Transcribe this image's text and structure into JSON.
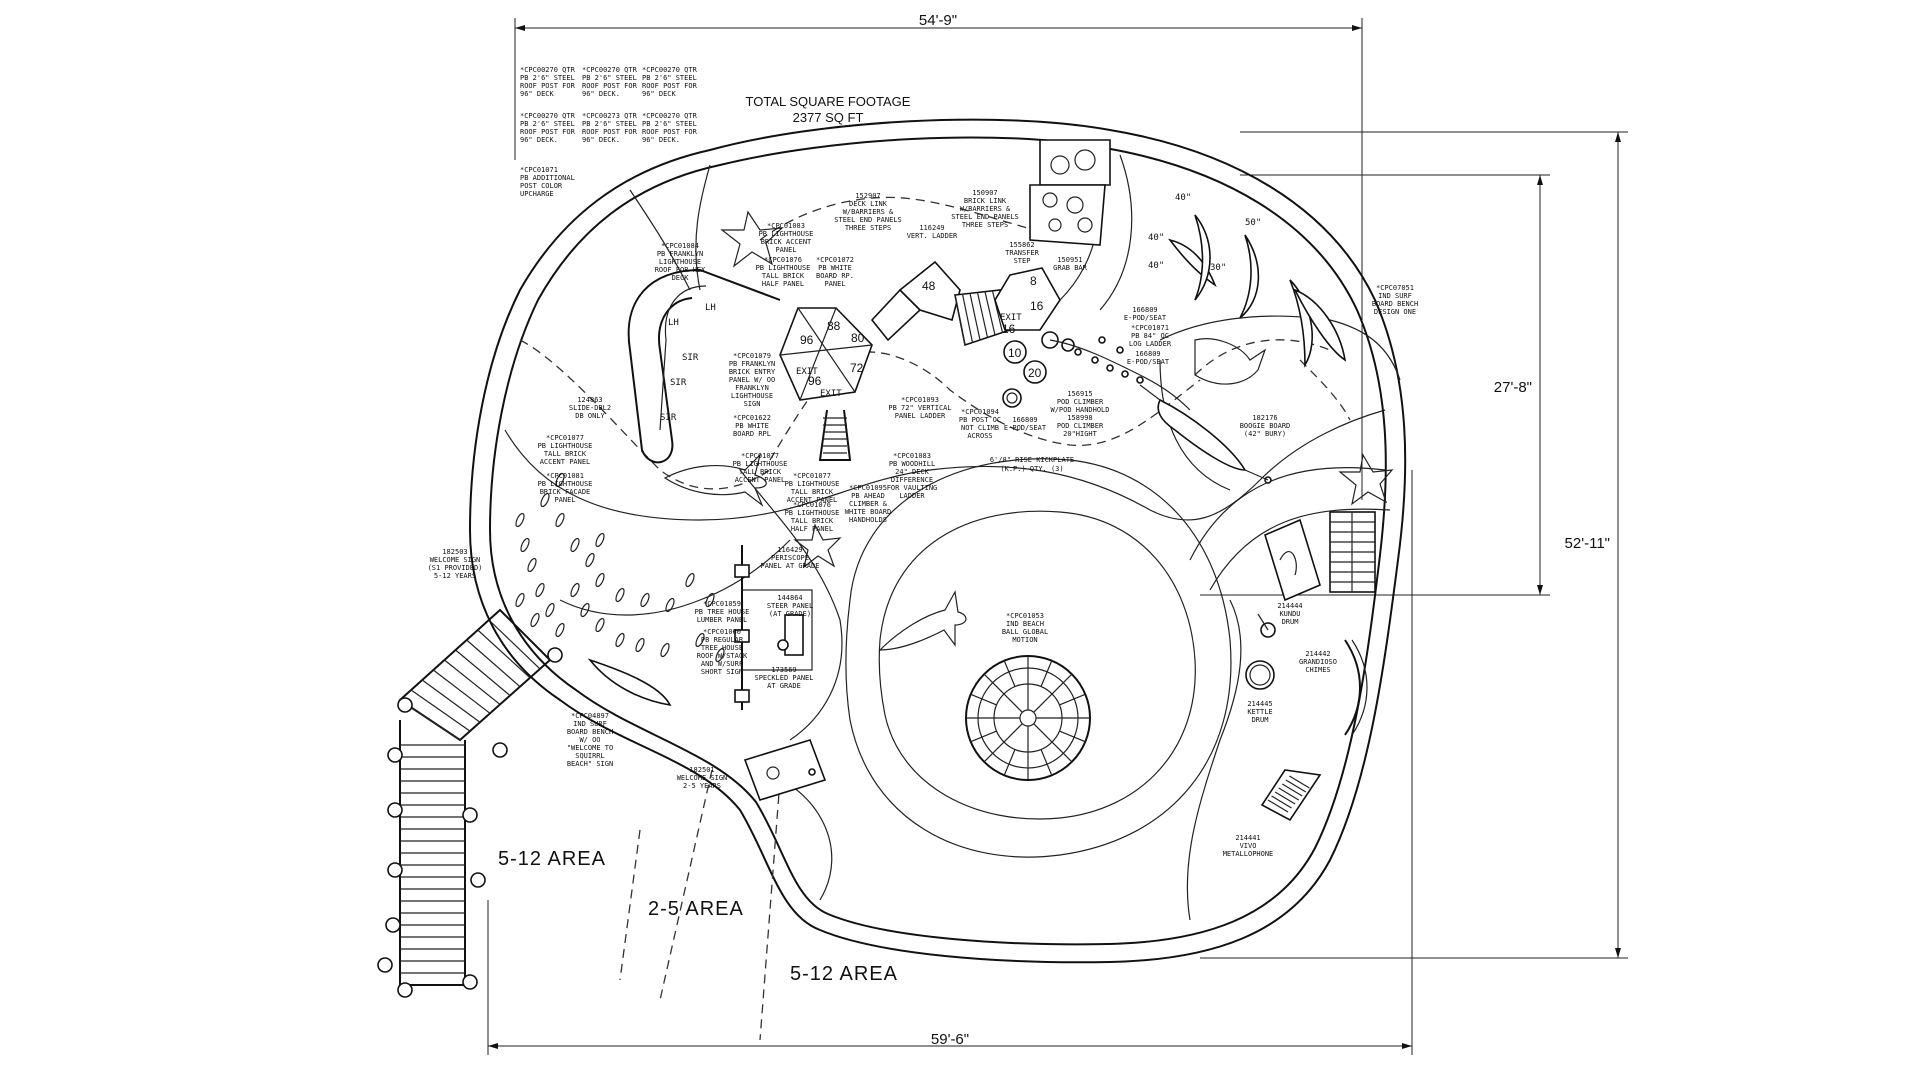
{
  "dimensions": {
    "top_width": "54'-9\"",
    "bottom_width": "59'-6\"",
    "right_height": "52'-11\"",
    "inner_height": "27'-8\""
  },
  "header": {
    "title_line1": "TOTAL SQUARE FOOTAGE",
    "title_line2": "2377 SQ FT"
  },
  "areas": {
    "left": "5-12 AREA",
    "middle": "2-5 AREA",
    "bottom": "5-12 AREA"
  },
  "notes_top_left": [
    [
      "*CPC00270 QTR",
      "PB 2'6\" STEEL",
      "ROOF POST FOR",
      "96\" DECK"
    ],
    [
      "*CPC00270 QTR",
      "PB 2'6\" STEEL",
      "ROOF POST FOR",
      "96\" DECK."
    ],
    [
      "*CPC00270 QTR",
      "PB 2'6\" STEEL",
      "ROOF POST FOR",
      "96\" DECK"
    ],
    [
      "*CPC00270 QTR",
      "PB 2'6\" STEEL",
      "ROOF POST FOR",
      "96\" DECK."
    ],
    [
      "*CPC00273 QTR",
      "PB 2'6\" STEEL",
      "ROOF POST FOR",
      "96\" DECK."
    ],
    [
      "*CPC00270 QTR",
      "PB 2'6\" STEEL",
      "ROOF POST FOR",
      "96\" DECK."
    ],
    [
      "*CPC01071",
      "PB ADDITIONAL",
      "POST COLOR",
      "UPCHARGE"
    ]
  ],
  "labels": {
    "slide_dbl": [
      "124863",
      "SLIDE-DBL2",
      "DB ONLY"
    ],
    "lighthouse_roof": [
      "*CPC01084",
      "PB FRANKLYN",
      "LIGHTHOUSE",
      "ROOF FOR HEX",
      "DECK"
    ],
    "lighthouse_brick": [
      "*CPC01083",
      "PB LIGHTHOUSE",
      "BRICK ACCENT",
      "PANEL"
    ],
    "lighthouse_tall": [
      "*CPC01076",
      "PB LIGHTHOUSE",
      "TALL BRICK",
      "HALF PANEL"
    ],
    "white_board": [
      "*CPC01072",
      "PB WHITE",
      "BOARD RP.",
      "PANEL"
    ],
    "deck_link": [
      "152907",
      "DECK LINK",
      "W/BARRIERS &",
      "STEEL END PANELS",
      "THREE STEPS"
    ],
    "vert_ladder": [
      "116249",
      "VERT. LADDER"
    ],
    "brick_link": [
      "150907",
      "BRICK LINK",
      "W/BARRIERS &",
      "STEEL END PANELS",
      "THREE STEPS"
    ],
    "transfer_step": [
      "155862",
      "TRANSFER",
      "STEP"
    ],
    "grab_bar": [
      "150951",
      "GRAB BAR"
    ],
    "lighthouse_panel": [
      "*CPC01079",
      "PB FRANKLYN",
      "BRICK ENTRY",
      "PANEL W/ OO",
      "FRANKLYN",
      "LIGHTHOUSE",
      "SIGN"
    ],
    "white_rpl": [
      "*CPC01622",
      "PB WHITE",
      "BOARD RPL"
    ],
    "lh_accent_left": [
      "*CPC01077",
      "PB LIGHTHOUSE",
      "TALL BRICK",
      "ACCENT PANEL"
    ],
    "lh_facade": [
      "*CPC01081",
      "PB LIGHTHOUSE",
      "BRICK FACADE",
      "PANEL"
    ],
    "lh_accent_mid": [
      "*CPC01077",
      "PB LIGHTHOUSE",
      "TALL BRICK",
      "ACCENT PANEL"
    ],
    "lh_accent_right": [
      "*CPC01077",
      "PB LIGHTHOUSE",
      "TALL BRICK",
      "ACCENT PANEL"
    ],
    "lh_half": [
      "*CPC01076",
      "PB LIGHTHOUSE",
      "TALL BRICK",
      "HALF PANEL"
    ],
    "vertical_ladder": [
      "*CPC01093",
      "PB 72\" VERTICAL",
      "PANEL LADDER"
    ],
    "not_climb": [
      "*CPC01094",
      "PB POST OC",
      "NOT CLIMB",
      "ACROSS"
    ],
    "pod_seat": [
      "166809",
      "E-POD/SEAT"
    ],
    "pod_climber_hand": [
      "156915",
      "POD CLIMBER",
      "W/POD HANDHOLD"
    ],
    "pod_climber_20": [
      "158998",
      "POD CLIMBER",
      "20\"HIGHT"
    ],
    "kickplate": [
      "6'/8\" RISE KICKPLATE",
      "(K.P.) QTY. (3)"
    ],
    "ramp_ladder": [
      "*CPC01083",
      "PB WOODHILL",
      "24\" DECK",
      "DIFFERENCE",
      "FOR VAULTING",
      "LADDER"
    ],
    "climber_handholds": [
      "*CPC01095",
      "PB AHEAD",
      "CLIMBER &",
      "WHITE BOARD",
      "HANDHOLDS"
    ],
    "periscope": [
      "116429",
      "PERISCOPE",
      "PANEL AT GRADE"
    ],
    "treehouse_lumber": [
      "*CPC01059",
      "PB TREE HOUSE",
      "LUMBER PANEL"
    ],
    "treehouse_roof": [
      "*CPC01060",
      "PB REGULAR",
      "TREE HOUSE",
      "ROOF W/STACK",
      "AND W/SURF",
      "SHORT SIGN"
    ],
    "steer_panel": [
      "144864",
      "STEER PANEL",
      "(AT GRADE)"
    ],
    "speckled_panel": [
      "173569",
      "SPECKLED PANEL",
      "AT GRADE"
    ],
    "welcome_sign_512": [
      "182503",
      "WELCOME SIGN",
      "(S1 PROVIDED)",
      "5-12 YEARS"
    ],
    "surf_bench_left": [
      "*CPC04897",
      "IND SURF",
      "BOARD BENCH",
      "W/ OO",
      "\"WELCOME TO",
      "SQUIRRL",
      "BEACH\" SIGN"
    ],
    "welcome_sign_25": [
      "182501",
      "WELCOME SIGN",
      "2-5 YEARS"
    ],
    "beach_ball": [
      "*CPC01053",
      "IND BEACH",
      "BALL GLOBAL",
      "MOTION"
    ],
    "surf_bench_right": [
      "*CPC07051",
      "IND SURF",
      "BOARD BENCH",
      "DESIGN ONE"
    ],
    "pod_seat_right": [
      "166809",
      "E-POD/SEAT"
    ],
    "ladder_84": [
      "*CPC01071",
      "PB 84\" OC",
      "LOG LADDER"
    ],
    "pod_seat_right2": [
      "166809",
      "E-POD/SEAT"
    ],
    "boogie_board": [
      "182176",
      "BOOGIE BOARD",
      "(42\" BURY)"
    ],
    "kundu_drum": [
      "214444",
      "KUNDU",
      "DRUM"
    ],
    "grandioso": [
      "214442",
      "GRANDIOSO",
      "CHIMES"
    ],
    "kettle_drum": [
      "214445",
      "KETTLE",
      "DRUM"
    ],
    "metallophone": [
      "214441",
      "VIVO",
      "METALLOPHONE"
    ]
  },
  "deck_heights": [
    "88",
    "80",
    "96",
    "72",
    "96",
    "48",
    "8",
    "16",
    "16",
    "10",
    "20"
  ],
  "slide_labels": [
    "LH",
    "LH",
    "SIR",
    "SIR",
    "SIR",
    "EXIT",
    "EXIT",
    "EXIT"
  ],
  "angles": [
    "40\"",
    "40\"",
    "50\"",
    "30\"",
    "40\""
  ]
}
